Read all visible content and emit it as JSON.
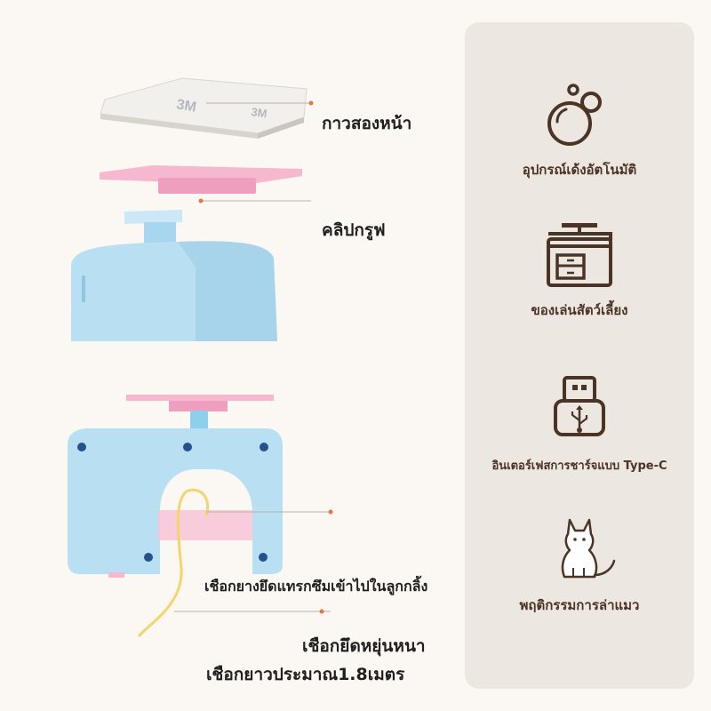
{
  "colors": {
    "background": "#fbf8f3",
    "panel": "#ece7e0",
    "panel_text": "#4b3326",
    "label_text": "#1f1f1f",
    "base_blue": "#b9dff2",
    "clip_pink": "#f5b8cf",
    "rope_yellow": "#f3d56a",
    "leader_orange": "#e8744a"
  },
  "callouts": {
    "tape": "กาวสองหน้า",
    "tape_logo": "3M",
    "clip": "คลิปกรูฟ",
    "rope_clamp": "เชือกยางยึดแทรกซึมเข้าไปในลูกกลิ้ง",
    "rope_thick": "เชือกยึดหยุ่นหนา",
    "rope_length": "เชือกยาวประมาณ1.8เมตร"
  },
  "features": [
    {
      "icon": "bubbles-icon",
      "label": "อุปกรณ์เด้งอัตโนมัติ"
    },
    {
      "icon": "desk-icon",
      "label": "ของเล่นสัตว์เลี้ยง"
    },
    {
      "icon": "usb-icon",
      "label": "อินเตอร์เฟสการชาร์จแบบ Type-C"
    },
    {
      "icon": "cat-icon",
      "label": "พฤติกรรมการล่าแมว"
    }
  ]
}
